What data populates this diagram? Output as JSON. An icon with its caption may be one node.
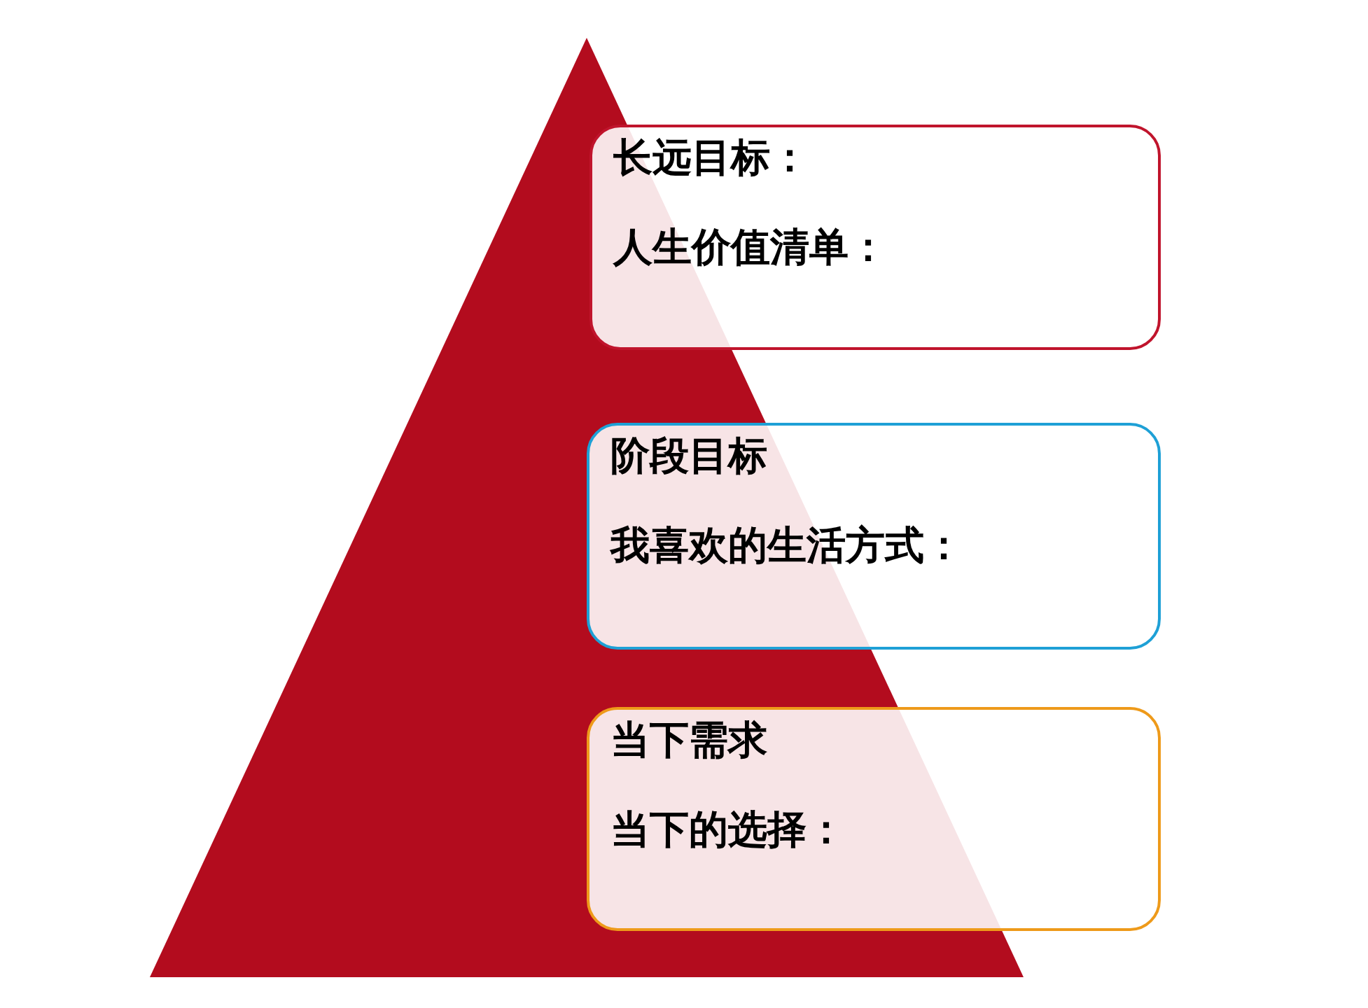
{
  "diagram": {
    "nodes": [
      {
        "text": [],
        "shape": "triangle"
      },
      {
        "text": [
          "长远目标：",
          "人生价值清单："
        ]
      },
      {
        "text": [
          "阶段目标",
          "我喜欢的生活方式："
        ]
      },
      {
        "text": [
          "当下需求",
          "当下的选择："
        ]
      }
    ]
  }
}
